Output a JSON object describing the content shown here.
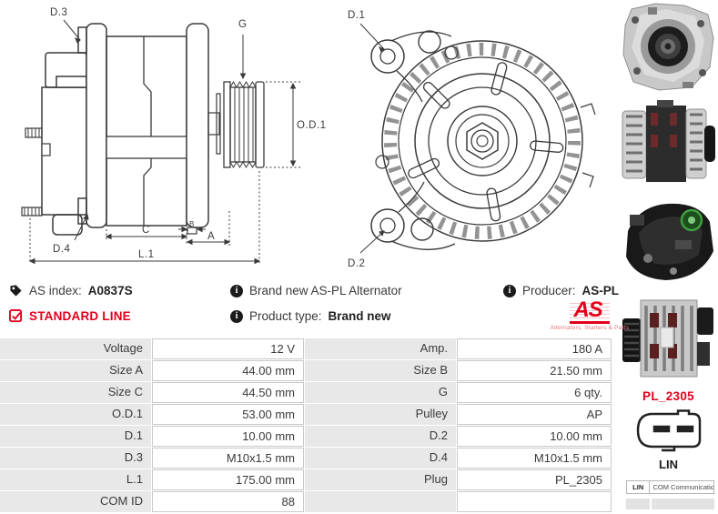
{
  "colors": {
    "accent_red": "#e2001a",
    "drawing_stroke": "#3a3a3a",
    "cell_gray": "#e8e8e8"
  },
  "icons": {
    "info_glyph": "i",
    "check_glyph": "✓"
  },
  "side_view": {
    "labels": {
      "d3": "D.3",
      "g": "G",
      "od1": "O.D.1",
      "d4": "D.4",
      "c": "C",
      "b": "B",
      "a": "A",
      "l1": "L.1"
    }
  },
  "front_view": {
    "labels": {
      "d1": "D.1",
      "d2": "D.2"
    }
  },
  "info": {
    "as_index_label": "AS index:",
    "as_index_value": "A0837S",
    "standard_line_label": "STANDARD LINE",
    "brand_new_text": "Brand new AS-PL Alternator",
    "product_type_label": "Product type:",
    "product_type_value": "Brand new",
    "producer_label": "Producer:",
    "producer_value": "AS-PL",
    "logo": {
      "text": "AS",
      "subtext": "Alternators, Starters & Parts"
    }
  },
  "plug": {
    "code": "PL_2305",
    "type_label": "LIN"
  },
  "com_table": {
    "header_left": "LIN",
    "header_right": "COM Communication"
  },
  "spec_table": {
    "rows": [
      {
        "label1": "Voltage",
        "value1": "12 V",
        "label2": "Amp.",
        "value2": "180 A"
      },
      {
        "label1": "Size A",
        "value1": "44.00 mm",
        "label2": "Size B",
        "value2": "21.50 mm"
      },
      {
        "label1": "Size C",
        "value1": "44.50 mm",
        "label2": "G",
        "value2": "6 qty."
      },
      {
        "label1": "O.D.1",
        "value1": "53.00 mm",
        "label2": "Pulley",
        "value2": "AP"
      },
      {
        "label1": "D.1",
        "value1": "10.00 mm",
        "label2": "D.2",
        "value2": "10.00 mm"
      },
      {
        "label1": "D.3",
        "value1": "M10x1.5 mm",
        "label2": "D.4",
        "value2": "M10x1.5 mm"
      },
      {
        "label1": "L.1",
        "value1": "175.00 mm",
        "label2": "Plug",
        "value2": "PL_2305"
      },
      {
        "label1": "COM ID",
        "value1": "88",
        "label2": "",
        "value2": ""
      }
    ]
  }
}
